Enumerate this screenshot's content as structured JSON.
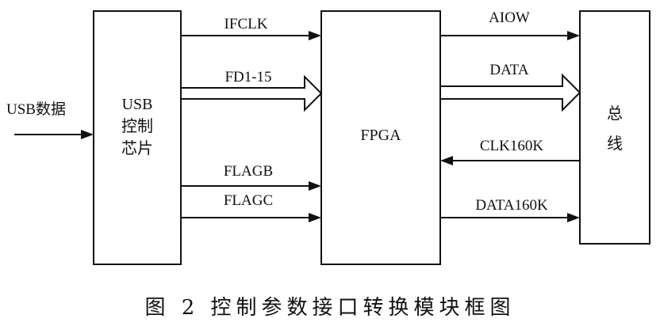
{
  "blocks": {
    "usb_chip": [
      "USB",
      "控制",
      "芯片"
    ],
    "fpga": "FPGA",
    "bus": [
      "总",
      "线"
    ]
  },
  "signals": {
    "usb_input": "USB数据",
    "ifclk": "IFCLK",
    "fd": "FD1-15",
    "flagb": "FLAGB",
    "flagc": "FLAGC",
    "aiow": "AIOW",
    "data": "DATA",
    "clk160k": "CLK160K",
    "data160k": "DATA160K"
  },
  "caption": "图 2  控制参数接口转换模块框图"
}
